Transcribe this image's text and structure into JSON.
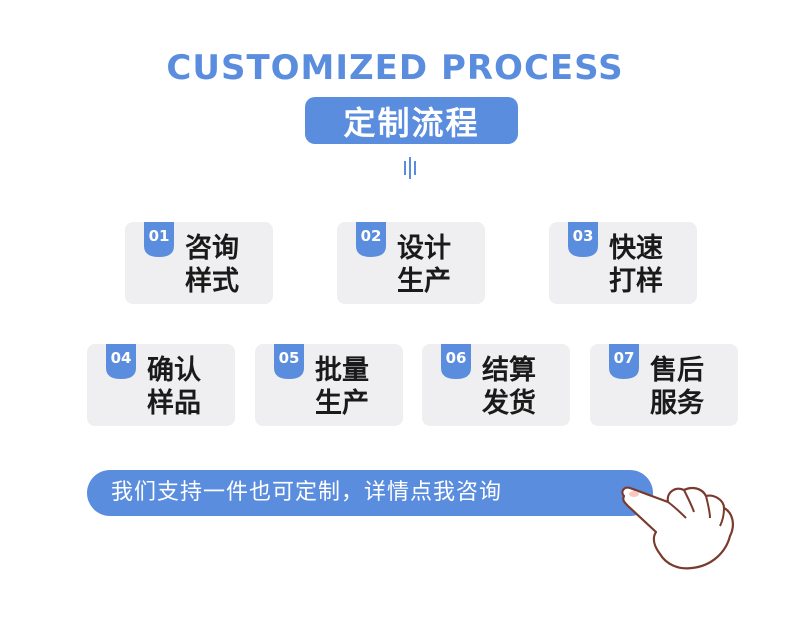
{
  "header": {
    "title_en": "CUSTOMIZED PROCESS",
    "title_cn": "定制流程"
  },
  "colors": {
    "accent": "#5b8ddf",
    "card_bg": "#efeff1",
    "text": "#1a1a1a"
  },
  "steps": [
    {
      "num": "01",
      "line1": "咨询",
      "line2": "样式"
    },
    {
      "num": "02",
      "line1": "设计",
      "line2": "生产"
    },
    {
      "num": "03",
      "line1": "快速",
      "line2": "打样"
    },
    {
      "num": "04",
      "line1": "确认",
      "line2": "样品"
    },
    {
      "num": "05",
      "line1": "批量",
      "line2": "生产"
    },
    {
      "num": "06",
      "line1": "结算",
      "line2": "发货"
    },
    {
      "num": "07",
      "line1": "售后",
      "line2": "服务"
    }
  ],
  "cta": {
    "label": "我们支持一件也可定制，详情点我咨询"
  },
  "icons": {
    "divider": "vertical-bars-icon",
    "hand": "pointing-hand-icon"
  }
}
